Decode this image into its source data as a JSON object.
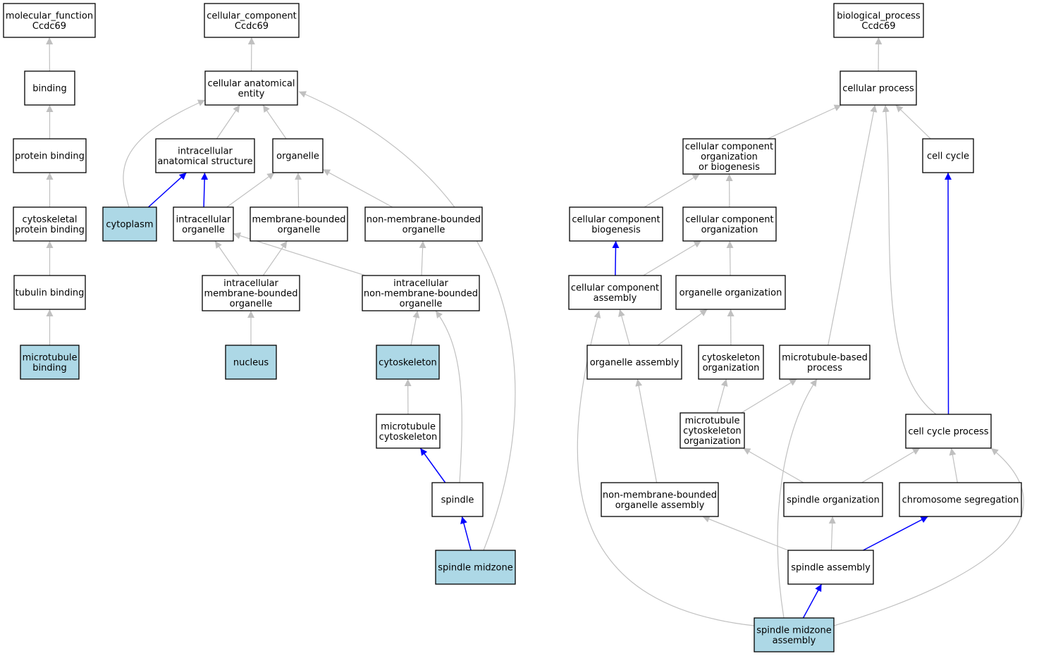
{
  "colors": {
    "background": "#ffffff",
    "default_node_fill": "#ffffff",
    "annotated_node_fill": "#add8e6",
    "node_border": "#000000",
    "is_a_edge": "#c0c0c0",
    "part_of_edge": "#0000ff"
  },
  "nodes": [
    {
      "id": "mf_root",
      "lines": [
        "molecular_function",
        "Ccdc69"
      ],
      "annotated": false
    },
    {
      "id": "binding",
      "lines": [
        "binding"
      ],
      "annotated": false
    },
    {
      "id": "protein_binding",
      "lines": [
        "protein binding"
      ],
      "annotated": false
    },
    {
      "id": "cytoskeletal_protein_binding",
      "lines": [
        "cytoskeletal",
        "protein binding"
      ],
      "annotated": false
    },
    {
      "id": "tubulin_binding",
      "lines": [
        "tubulin binding"
      ],
      "annotated": false
    },
    {
      "id": "microtubule_binding",
      "lines": [
        "microtubule",
        "binding"
      ],
      "annotated": true
    },
    {
      "id": "cc_root",
      "lines": [
        "cellular_component",
        "Ccdc69"
      ],
      "annotated": false
    },
    {
      "id": "cellular_anatomical_entity",
      "lines": [
        "cellular anatomical",
        "entity"
      ],
      "annotated": false
    },
    {
      "id": "intracellular_anatomical_structure",
      "lines": [
        "intracellular",
        "anatomical structure"
      ],
      "annotated": false
    },
    {
      "id": "organelle",
      "lines": [
        "organelle"
      ],
      "annotated": false
    },
    {
      "id": "cytoplasm",
      "lines": [
        "cytoplasm"
      ],
      "annotated": true
    },
    {
      "id": "intracellular_organelle",
      "lines": [
        "intracellular",
        "organelle"
      ],
      "annotated": false
    },
    {
      "id": "membrane_bounded_organelle",
      "lines": [
        "membrane-bounded",
        "organelle"
      ],
      "annotated": false
    },
    {
      "id": "non_membrane_bounded_organelle",
      "lines": [
        "non-membrane-bounded",
        "organelle"
      ],
      "annotated": false
    },
    {
      "id": "intracellular_membrane_bounded_organelle",
      "lines": [
        "intracellular",
        "membrane-bounded",
        "organelle"
      ],
      "annotated": false
    },
    {
      "id": "intracellular_non_membrane_bounded_organelle",
      "lines": [
        "intracellular",
        "non-membrane-bounded",
        "organelle"
      ],
      "annotated": false
    },
    {
      "id": "nucleus",
      "lines": [
        "nucleus"
      ],
      "annotated": true
    },
    {
      "id": "cytoskeleton",
      "lines": [
        "cytoskeleton"
      ],
      "annotated": true
    },
    {
      "id": "microtubule_cytoskeleton",
      "lines": [
        "microtubule",
        "cytoskeleton"
      ],
      "annotated": false
    },
    {
      "id": "spindle",
      "lines": [
        "spindle"
      ],
      "annotated": false
    },
    {
      "id": "spindle_midzone",
      "lines": [
        "spindle midzone"
      ],
      "annotated": true
    },
    {
      "id": "bp_root",
      "lines": [
        "biological_process",
        "Ccdc69"
      ],
      "annotated": false
    },
    {
      "id": "cellular_process",
      "lines": [
        "cellular process"
      ],
      "annotated": false
    },
    {
      "id": "cc_org_or_biogenesis",
      "lines": [
        "cellular component",
        "organization",
        "or biogenesis"
      ],
      "annotated": false
    },
    {
      "id": "cell_cycle",
      "lines": [
        "cell cycle"
      ],
      "annotated": false
    },
    {
      "id": "cc_biogenesis",
      "lines": [
        "cellular component",
        "biogenesis"
      ],
      "annotated": false
    },
    {
      "id": "cc_organization",
      "lines": [
        "cellular component",
        "organization"
      ],
      "annotated": false
    },
    {
      "id": "cc_assembly",
      "lines": [
        "cellular component",
        "assembly"
      ],
      "annotated": false
    },
    {
      "id": "organelle_organization",
      "lines": [
        "organelle organization"
      ],
      "annotated": false
    },
    {
      "id": "organelle_assembly",
      "lines": [
        "organelle assembly"
      ],
      "annotated": false
    },
    {
      "id": "cytoskeleton_organization",
      "lines": [
        "cytoskeleton",
        "organization"
      ],
      "annotated": false
    },
    {
      "id": "microtubule_based_process",
      "lines": [
        "microtubule-based",
        "process"
      ],
      "annotated": false
    },
    {
      "id": "microtubule_cytoskeleton_organization",
      "lines": [
        "microtubule",
        "cytoskeleton",
        "organization"
      ],
      "annotated": false
    },
    {
      "id": "cell_cycle_process",
      "lines": [
        "cell cycle process"
      ],
      "annotated": false
    },
    {
      "id": "nmbo_assembly",
      "lines": [
        "non-membrane-bounded",
        "organelle assembly"
      ],
      "annotated": false
    },
    {
      "id": "spindle_organization",
      "lines": [
        "spindle organization"
      ],
      "annotated": false
    },
    {
      "id": "chromosome_segregation",
      "lines": [
        "chromosome segregation"
      ],
      "annotated": false
    },
    {
      "id": "spindle_assembly",
      "lines": [
        "spindle assembly"
      ],
      "annotated": false
    },
    {
      "id": "spindle_midzone_assembly",
      "lines": [
        "spindle midzone",
        "assembly"
      ],
      "annotated": true
    }
  ],
  "edges": [
    {
      "from": "binding",
      "to": "mf_root",
      "relation": "is_a"
    },
    {
      "from": "protein_binding",
      "to": "binding",
      "relation": "is_a"
    },
    {
      "from": "cytoskeletal_protein_binding",
      "to": "protein_binding",
      "relation": "is_a"
    },
    {
      "from": "tubulin_binding",
      "to": "cytoskeletal_protein_binding",
      "relation": "is_a"
    },
    {
      "from": "microtubule_binding",
      "to": "tubulin_binding",
      "relation": "is_a"
    },
    {
      "from": "cellular_anatomical_entity",
      "to": "cc_root",
      "relation": "is_a"
    },
    {
      "from": "cytoplasm",
      "to": "cellular_anatomical_entity",
      "relation": "is_a"
    },
    {
      "from": "intracellular_anatomical_structure",
      "to": "cellular_anatomical_entity",
      "relation": "is_a"
    },
    {
      "from": "organelle",
      "to": "cellular_anatomical_entity",
      "relation": "is_a"
    },
    {
      "from": "spindle_midzone",
      "to": "cellular_anatomical_entity",
      "relation": "is_a"
    },
    {
      "from": "cytoplasm",
      "to": "intracellular_anatomical_structure",
      "relation": "part_of"
    },
    {
      "from": "intracellular_organelle",
      "to": "intracellular_anatomical_structure",
      "relation": "part_of"
    },
    {
      "from": "intracellular_organelle",
      "to": "organelle",
      "relation": "is_a"
    },
    {
      "from": "membrane_bounded_organelle",
      "to": "organelle",
      "relation": "is_a"
    },
    {
      "from": "non_membrane_bounded_organelle",
      "to": "organelle",
      "relation": "is_a"
    },
    {
      "from": "intracellular_membrane_bounded_organelle",
      "to": "intracellular_organelle",
      "relation": "is_a"
    },
    {
      "from": "intracellular_membrane_bounded_organelle",
      "to": "membrane_bounded_organelle",
      "relation": "is_a"
    },
    {
      "from": "intracellular_non_membrane_bounded_organelle",
      "to": "intracellular_organelle",
      "relation": "is_a"
    },
    {
      "from": "intracellular_non_membrane_bounded_organelle",
      "to": "non_membrane_bounded_organelle",
      "relation": "is_a"
    },
    {
      "from": "nucleus",
      "to": "intracellular_membrane_bounded_organelle",
      "relation": "is_a"
    },
    {
      "from": "cytoskeleton",
      "to": "intracellular_non_membrane_bounded_organelle",
      "relation": "is_a"
    },
    {
      "from": "spindle",
      "to": "intracellular_non_membrane_bounded_organelle",
      "relation": "is_a"
    },
    {
      "from": "microtubule_cytoskeleton",
      "to": "cytoskeleton",
      "relation": "is_a"
    },
    {
      "from": "spindle",
      "to": "microtubule_cytoskeleton",
      "relation": "part_of"
    },
    {
      "from": "spindle_midzone",
      "to": "spindle",
      "relation": "part_of"
    },
    {
      "from": "cellular_process",
      "to": "bp_root",
      "relation": "is_a"
    },
    {
      "from": "cc_org_or_biogenesis",
      "to": "cellular_process",
      "relation": "is_a"
    },
    {
      "from": "cell_cycle",
      "to": "cellular_process",
      "relation": "is_a"
    },
    {
      "from": "microtubule_based_process",
      "to": "cellular_process",
      "relation": "is_a"
    },
    {
      "from": "cell_cycle_process",
      "to": "cellular_process",
      "relation": "is_a"
    },
    {
      "from": "cc_biogenesis",
      "to": "cc_org_or_biogenesis",
      "relation": "is_a"
    },
    {
      "from": "cc_organization",
      "to": "cc_org_or_biogenesis",
      "relation": "is_a"
    },
    {
      "from": "cc_assembly",
      "to": "cc_biogenesis",
      "relation": "part_of"
    },
    {
      "from": "cc_assembly",
      "to": "cc_organization",
      "relation": "is_a"
    },
    {
      "from": "organelle_organization",
      "to": "cc_organization",
      "relation": "is_a"
    },
    {
      "from": "organelle_assembly",
      "to": "cc_assembly",
      "relation": "is_a"
    },
    {
      "from": "organelle_assembly",
      "to": "organelle_organization",
      "relation": "is_a"
    },
    {
      "from": "cytoskeleton_organization",
      "to": "organelle_organization",
      "relation": "is_a"
    },
    {
      "from": "microtubule_cytoskeleton_organization",
      "to": "cytoskeleton_organization",
      "relation": "is_a"
    },
    {
      "from": "microtubule_cytoskeleton_organization",
      "to": "microtubule_based_process",
      "relation": "is_a"
    },
    {
      "from": "cell_cycle_process",
      "to": "cell_cycle",
      "relation": "part_of"
    },
    {
      "from": "nmbo_assembly",
      "to": "organelle_assembly",
      "relation": "is_a"
    },
    {
      "from": "spindle_organization",
      "to": "microtubule_cytoskeleton_organization",
      "relation": "is_a"
    },
    {
      "from": "spindle_organization",
      "to": "cell_cycle_process",
      "relation": "is_a"
    },
    {
      "from": "chromosome_segregation",
      "to": "cell_cycle_process",
      "relation": "is_a"
    },
    {
      "from": "spindle_assembly",
      "to": "nmbo_assembly",
      "relation": "is_a"
    },
    {
      "from": "spindle_assembly",
      "to": "spindle_organization",
      "relation": "is_a"
    },
    {
      "from": "spindle_assembly",
      "to": "chromosome_segregation",
      "relation": "part_of"
    },
    {
      "from": "spindle_midzone_assembly",
      "to": "spindle_assembly",
      "relation": "part_of"
    },
    {
      "from": "spindle_midzone_assembly",
      "to": "cc_assembly",
      "relation": "is_a"
    },
    {
      "from": "spindle_midzone_assembly",
      "to": "microtubule_based_process",
      "relation": "is_a"
    },
    {
      "from": "spindle_midzone_assembly",
      "to": "cell_cycle_process",
      "relation": "is_a"
    }
  ]
}
